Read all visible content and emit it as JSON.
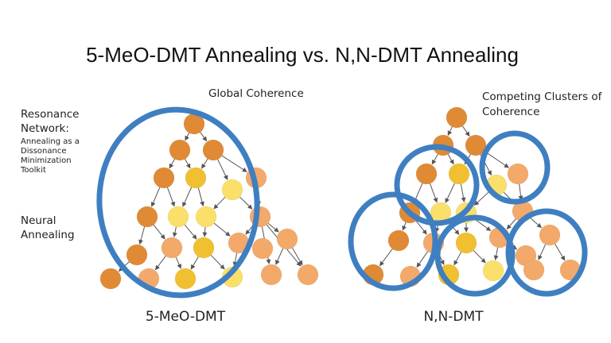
{
  "title": "5-MeO-DMT Annealing vs. N,N-DMT Annealing",
  "sidebar": {
    "resonance_line1": "Resonance",
    "resonance_line2": "Network:",
    "toolkit_line1": "Annealing as a",
    "toolkit_line2": "Dissonance",
    "toolkit_line3": "Minimization",
    "toolkit_line4": "Toolkit",
    "neural_line1": "Neural",
    "neural_line2": "Annealing"
  },
  "left_panel": {
    "annotation": "Global Coherence",
    "caption": "5-MeO-DMT"
  },
  "right_panel": {
    "annotation_line1": "Competing Clusters of",
    "annotation_line2": "Coherence",
    "caption": "N,N-DMT"
  },
  "colors": {
    "ring": "#3f7fc1",
    "edge": "#555555",
    "node_orange": "#e08a35",
    "node_light_orange": "#f3a96a",
    "node_gold": "#f0c030",
    "node_yellow": "#fadf6a"
  },
  "left_network": {
    "nodes": [
      {
        "id": "a1",
        "color": "orange"
      },
      {
        "id": "a2",
        "color": "orange"
      },
      {
        "id": "a3",
        "color": "orange"
      },
      {
        "id": "a4",
        "color": "orange"
      },
      {
        "id": "a5",
        "color": "gold"
      },
      {
        "id": "a6",
        "color": "yellow"
      },
      {
        "id": "a7",
        "color": "light_orange"
      },
      {
        "id": "a8",
        "color": "orange"
      },
      {
        "id": "a9",
        "color": "yellow"
      },
      {
        "id": "a10",
        "color": "yellow"
      },
      {
        "id": "a11",
        "color": "light_orange"
      },
      {
        "id": "a12",
        "color": "orange"
      },
      {
        "id": "a13",
        "color": "light_orange"
      },
      {
        "id": "a14",
        "color": "gold"
      },
      {
        "id": "a15",
        "color": "light_orange"
      },
      {
        "id": "a16",
        "color": "light_orange"
      },
      {
        "id": "a17",
        "color": "orange"
      },
      {
        "id": "a18",
        "color": "light_orange"
      },
      {
        "id": "a19",
        "color": "gold"
      },
      {
        "id": "a20",
        "color": "yellow"
      },
      {
        "id": "a21",
        "color": "light_orange"
      },
      {
        "id": "a22",
        "color": "light_orange"
      },
      {
        "id": "a23",
        "color": "light_orange"
      }
    ],
    "edges": [
      [
        "a1",
        "a2"
      ],
      [
        "a1",
        "a3"
      ],
      [
        "a2",
        "a4"
      ],
      [
        "a2",
        "a5"
      ],
      [
        "a3",
        "a5"
      ],
      [
        "a3",
        "a6"
      ],
      [
        "a3",
        "a7"
      ],
      [
        "a4",
        "a8"
      ],
      [
        "a4",
        "a9"
      ],
      [
        "a5",
        "a9"
      ],
      [
        "a5",
        "a10"
      ],
      [
        "a6",
        "a10"
      ],
      [
        "a6",
        "a11"
      ],
      [
        "a7",
        "a11"
      ],
      [
        "a8",
        "a12"
      ],
      [
        "a8",
        "a13"
      ],
      [
        "a9",
        "a13"
      ],
      [
        "a9",
        "a14"
      ],
      [
        "a10",
        "a14"
      ],
      [
        "a10",
        "a15"
      ],
      [
        "a11",
        "a15"
      ],
      [
        "a11",
        "a16"
      ],
      [
        "a11",
        "a22"
      ],
      [
        "a11",
        "a23"
      ],
      [
        "a12",
        "a17"
      ],
      [
        "a13",
        "a18"
      ],
      [
        "a13",
        "a19"
      ],
      [
        "a14",
        "a19"
      ],
      [
        "a14",
        "a20"
      ],
      [
        "a15",
        "a20"
      ],
      [
        "a15",
        "a21"
      ],
      [
        "a16",
        "a22"
      ],
      [
        "a16",
        "a23"
      ]
    ]
  },
  "right_network": {
    "nodes": [
      {
        "id": "b1",
        "color": "orange"
      },
      {
        "id": "b2",
        "color": "orange"
      },
      {
        "id": "b3",
        "color": "orange"
      },
      {
        "id": "b4",
        "color": "orange"
      },
      {
        "id": "b5",
        "color": "gold"
      },
      {
        "id": "b6",
        "color": "yellow"
      },
      {
        "id": "b7",
        "color": "light_orange"
      },
      {
        "id": "b8",
        "color": "orange"
      },
      {
        "id": "b9",
        "color": "yellow"
      },
      {
        "id": "b10",
        "color": "yellow"
      },
      {
        "id": "b11",
        "color": "light_orange"
      },
      {
        "id": "b12",
        "color": "orange"
      },
      {
        "id": "b13",
        "color": "light_orange"
      },
      {
        "id": "b14",
        "color": "gold"
      },
      {
        "id": "b15",
        "color": "light_orange"
      },
      {
        "id": "b16",
        "color": "light_orange"
      },
      {
        "id": "b17",
        "color": "orange"
      },
      {
        "id": "b18",
        "color": "light_orange"
      },
      {
        "id": "b19",
        "color": "gold"
      },
      {
        "id": "b20",
        "color": "yellow"
      },
      {
        "id": "b21",
        "color": "light_orange"
      },
      {
        "id": "b22",
        "color": "light_orange"
      },
      {
        "id": "b23",
        "color": "light_orange"
      }
    ],
    "edges": [
      [
        "b1",
        "b2"
      ],
      [
        "b1",
        "b3"
      ],
      [
        "b2",
        "b4"
      ],
      [
        "b2",
        "b5"
      ],
      [
        "b3",
        "b5"
      ],
      [
        "b3",
        "b6"
      ],
      [
        "b3",
        "b7"
      ],
      [
        "b4",
        "b8"
      ],
      [
        "b4",
        "b9"
      ],
      [
        "b5",
        "b9"
      ],
      [
        "b5",
        "b10"
      ],
      [
        "b6",
        "b10"
      ],
      [
        "b6",
        "b11"
      ],
      [
        "b7",
        "b11"
      ],
      [
        "b8",
        "b12"
      ],
      [
        "b8",
        "b13"
      ],
      [
        "b9",
        "b13"
      ],
      [
        "b9",
        "b14"
      ],
      [
        "b10",
        "b14"
      ],
      [
        "b10",
        "b15"
      ],
      [
        "b11",
        "b15"
      ],
      [
        "b11",
        "b16"
      ],
      [
        "b12",
        "b17"
      ],
      [
        "b13",
        "b18"
      ],
      [
        "b13",
        "b19"
      ],
      [
        "b14",
        "b19"
      ],
      [
        "b14",
        "b20"
      ],
      [
        "b15",
        "b20"
      ],
      [
        "b15",
        "b21"
      ],
      [
        "b16",
        "b22"
      ],
      [
        "b16",
        "b23"
      ]
    ]
  }
}
